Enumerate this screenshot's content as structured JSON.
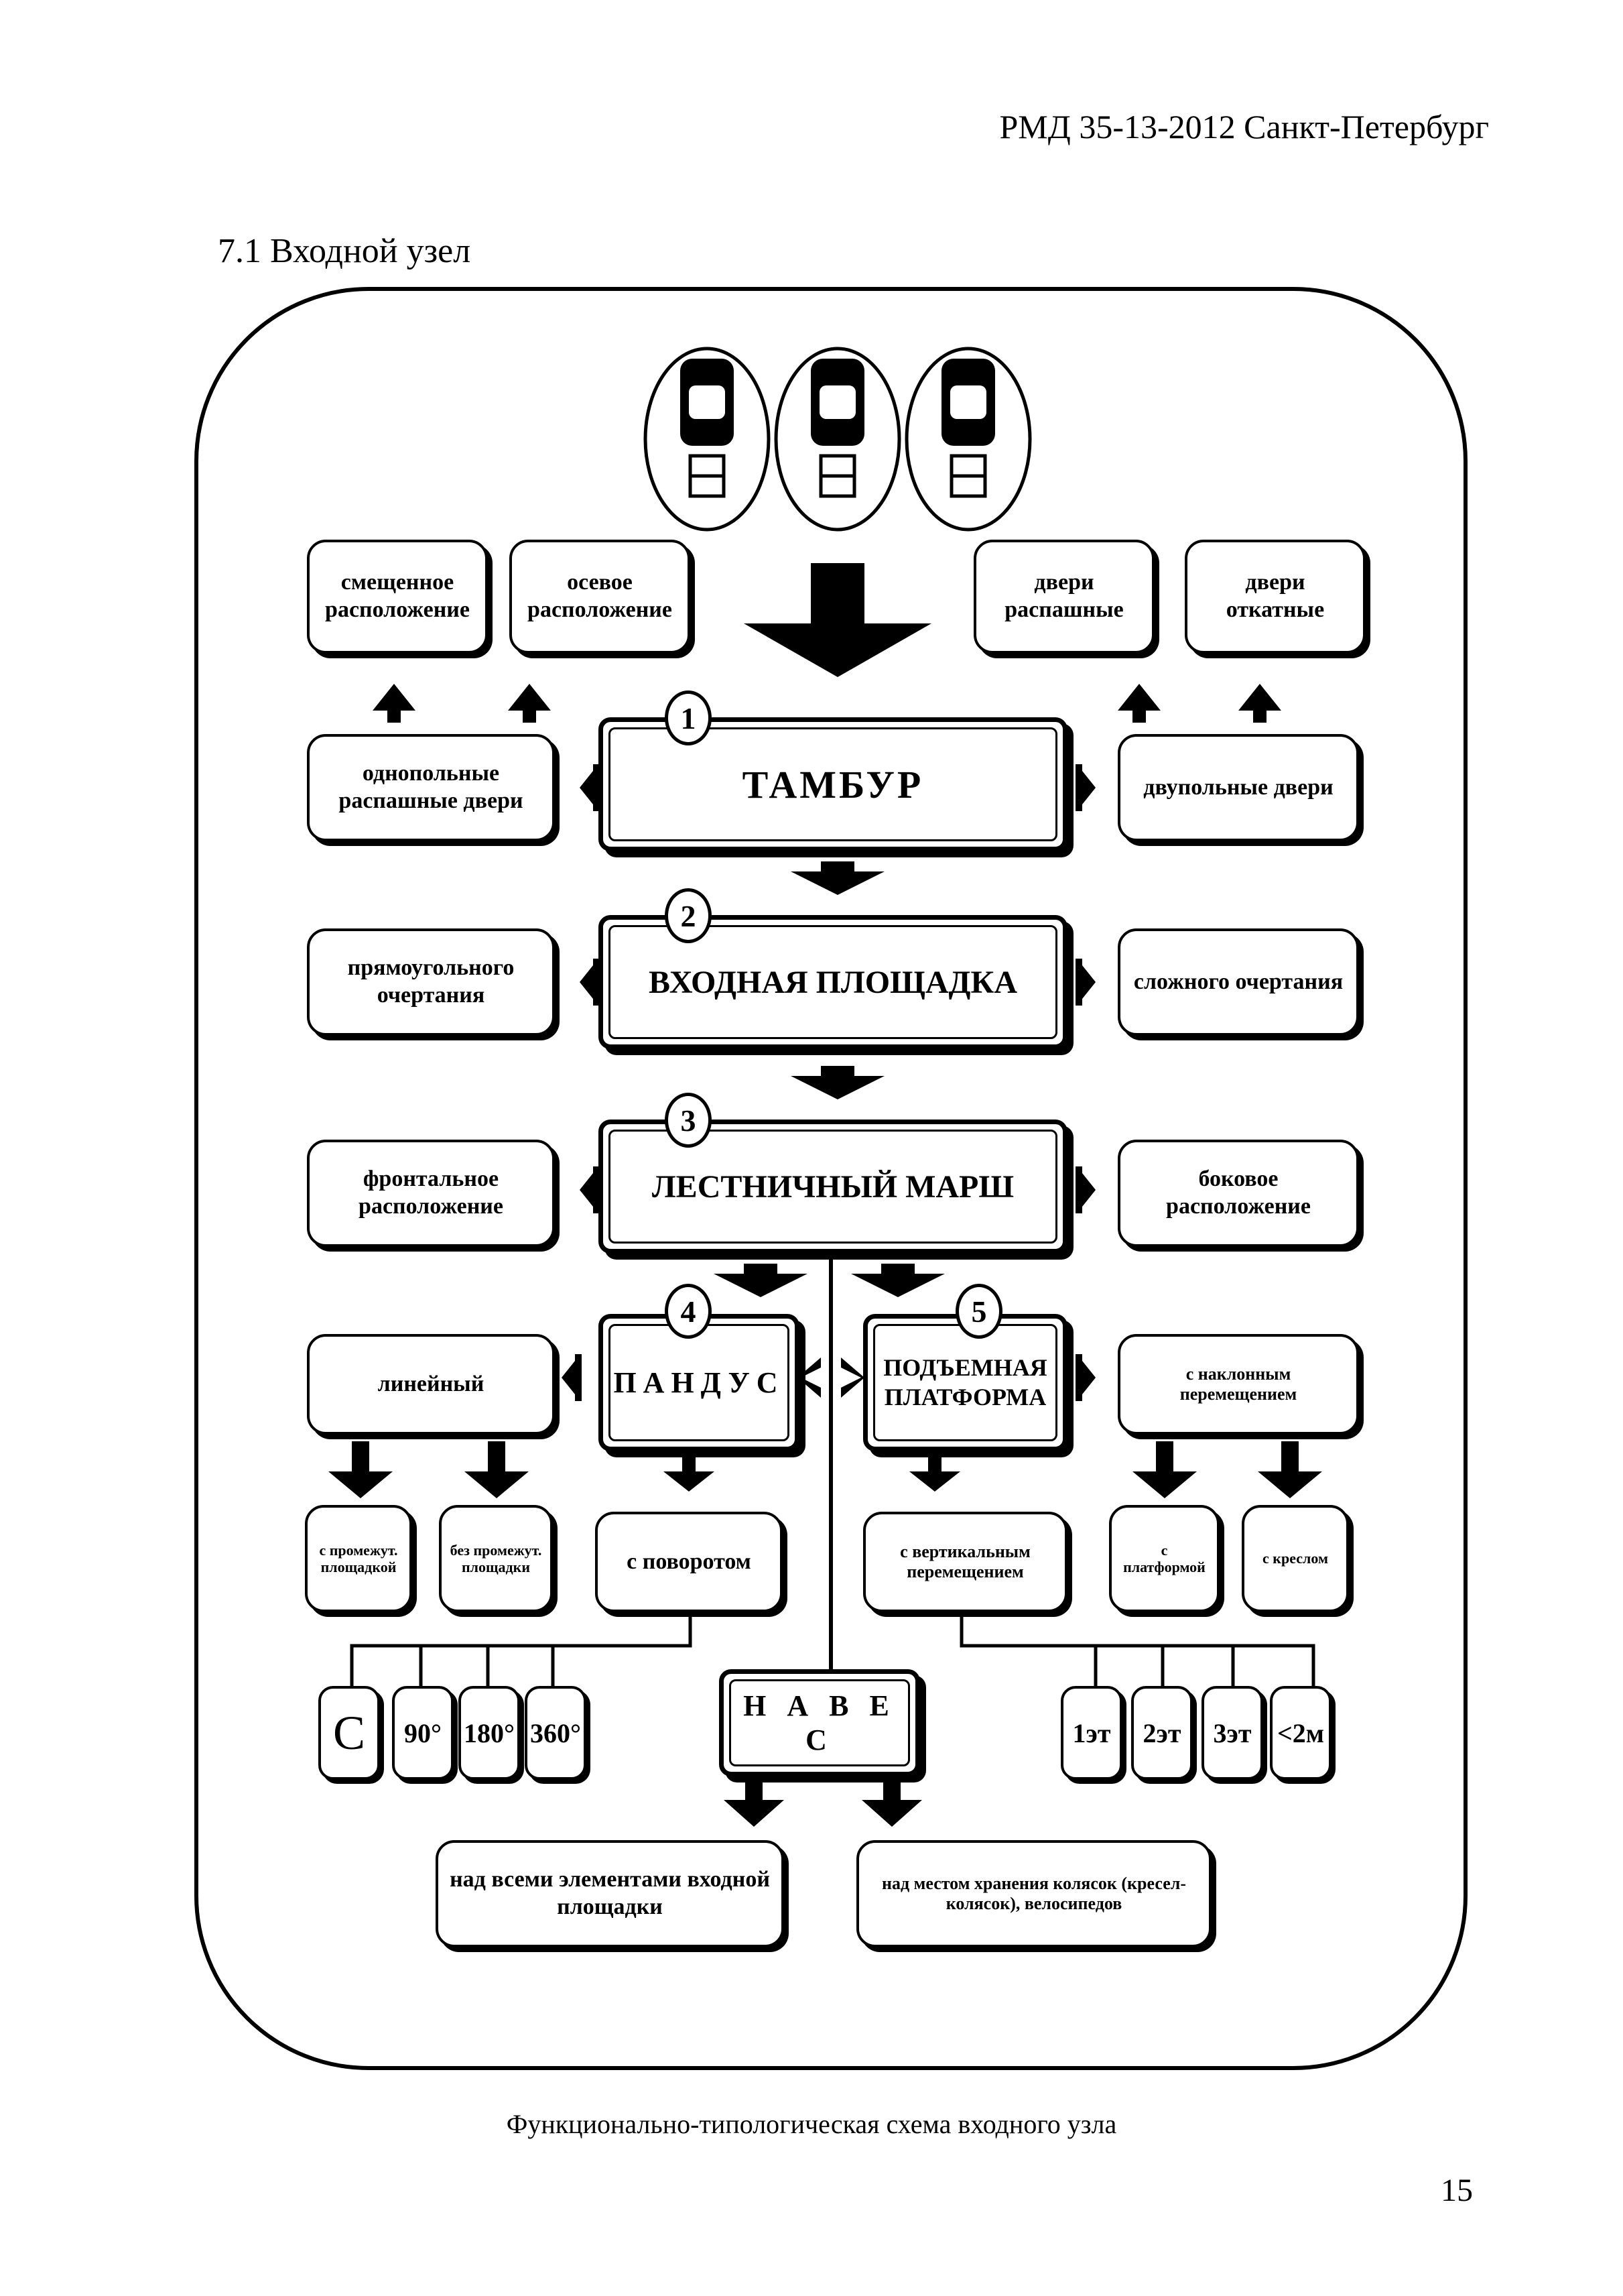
{
  "header": {
    "doc_ref": "РМД 35-13-2012 Санкт-Петербург"
  },
  "section": {
    "title": "7.1 Входной узел"
  },
  "diagram": {
    "top_left_boxes": [
      "смещенное расположение",
      "осевое расположение"
    ],
    "top_right_boxes": [
      "двери распашные",
      "двери откатные"
    ],
    "main_nodes": [
      {
        "num": "1",
        "label": "ТАМБУР"
      },
      {
        "num": "2",
        "label": "ВХОДНАЯ ПЛОЩАДКА"
      },
      {
        "num": "3",
        "label": "ЛЕСТНИЧНЫЙ МАРШ"
      },
      {
        "num": "4",
        "label": "ПАНДУС"
      },
      {
        "num": "5",
        "label": "ПОДЪЕМНАЯ ПЛАТФОРМА"
      }
    ],
    "tambour_left": "однопольные распашные двери",
    "tambour_right": "двупольные двери",
    "platform_left": "прямоугольного очертания",
    "platform_right": "сложного очертания",
    "stair_left": "фронтальное расположение",
    "stair_right": "боковое расположение",
    "ramp_left": "линейный",
    "lift_right": "с наклонным перемещением",
    "ramp_sub": [
      "с промежут. площадкой",
      "без промежут. площадки",
      "с поворотом"
    ],
    "lift_sub": [
      "с вертикальным перемещением",
      "с платформой",
      "с креслом"
    ],
    "turn_angles": [
      "С",
      "90°",
      "180°",
      "360°"
    ],
    "floors": [
      "1эт",
      "2эт",
      "3эт",
      "<2м"
    ],
    "canopy": "Н А В Е С",
    "canopy_sub": [
      "над всеми элементами входной площадки",
      "над местом хранения колясок (кресел-колясок), велосипедов"
    ]
  },
  "caption": "Функционально-типологическая схема входного узла",
  "page_number": "15"
}
